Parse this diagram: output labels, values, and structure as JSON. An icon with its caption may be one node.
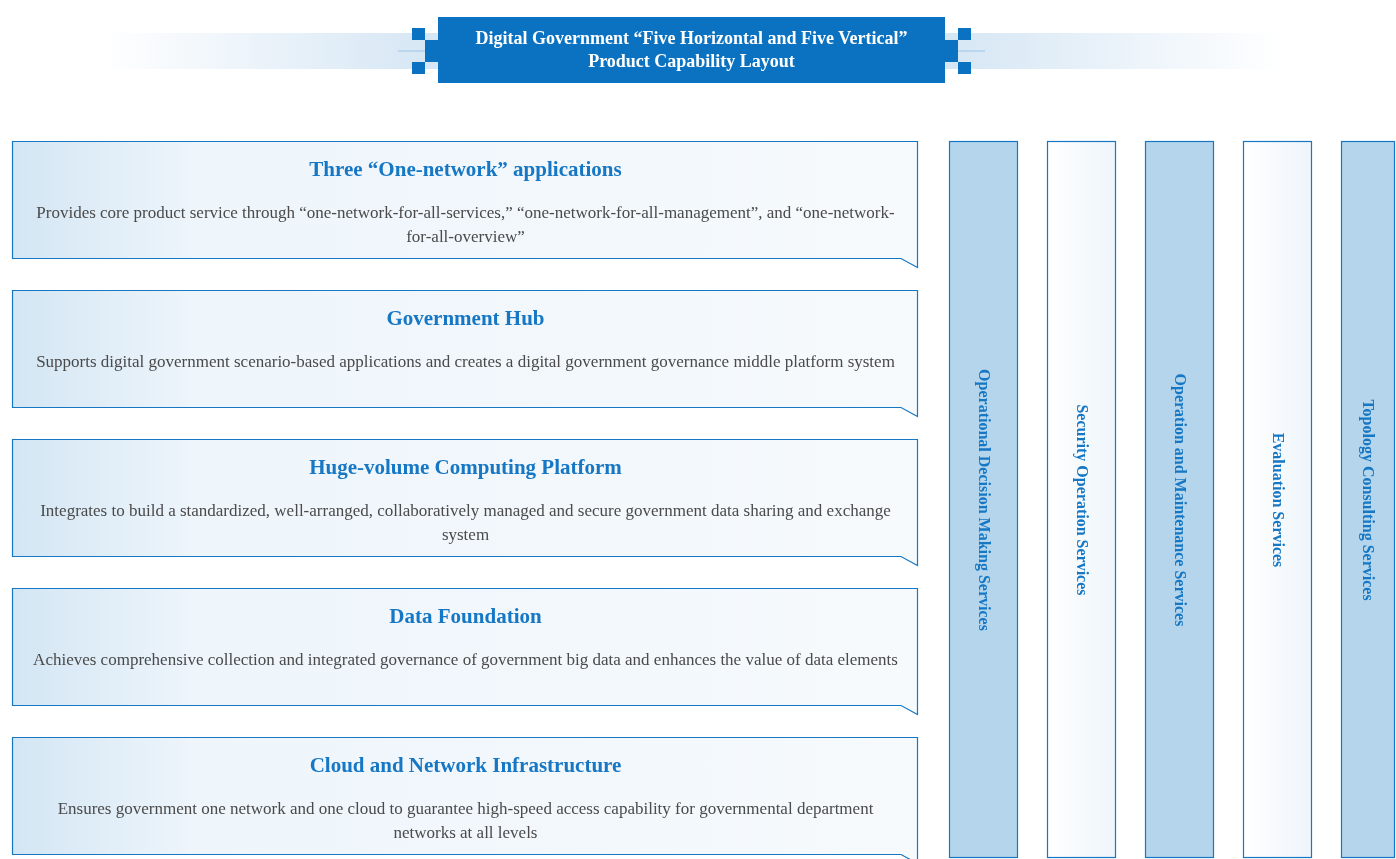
{
  "diagram": {
    "title": "Digital Government “Five Horizontal and Five Vertical” Product Capability Layout",
    "nodes": [
      {
        "text": [
          "Three “One-network” applications",
          "Provides core product service through “one-network-for-all-services,” “one-network-for-all-management”, and “one-network-for-all-overview”"
        ]
      },
      {
        "text": [
          "Government Hub",
          "Supports digital government scenario-based applications and creates a digital government governance middle platform system"
        ]
      },
      {
        "text": [
          "Huge-volume Computing Platform",
          "Integrates to build a standardized, well-arranged, collaboratively managed and secure government data sharing and exchange system"
        ]
      },
      {
        "text": [
          "Data Foundation",
          "Achieves comprehensive collection and integrated governance of government big data and enhances the value of data elements"
        ]
      },
      {
        "text": [
          "Cloud and Network Infrastructure",
          "Ensures government one network and one cloud to guarantee high-speed access capability for governmental department networks at all levels"
        ]
      },
      {
        "text": [
          "Operational Decision Making Services"
        ]
      },
      {
        "text": [
          "Security Operation Services"
        ]
      },
      {
        "text": [
          "Operation and Maintenance Services"
        ]
      },
      {
        "text": [
          "Evaluation Services"
        ]
      },
      {
        "text": [
          "Topology Consulting Services"
        ]
      }
    ]
  }
}
